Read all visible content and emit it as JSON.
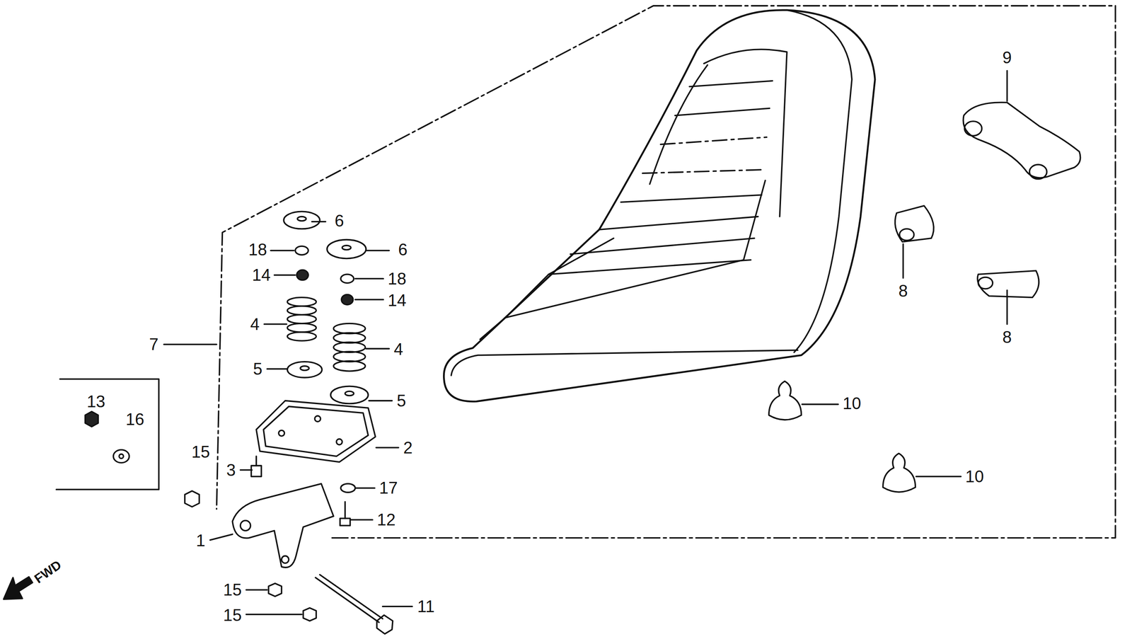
{
  "diagram": {
    "labels": [
      "9",
      "6",
      "6",
      "18",
      "18",
      "14",
      "14",
      "8",
      "4",
      "4",
      "7",
      "8",
      "5",
      "10",
      "5",
      "13",
      "16",
      "2",
      "15",
      "10",
      "3",
      "17",
      "12",
      "1",
      "FWD",
      "15",
      "11",
      "15"
    ]
  }
}
